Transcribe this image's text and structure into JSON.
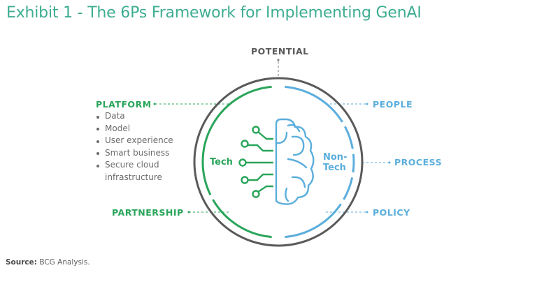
{
  "title": "Exhibit 1 - The 6Ps Framework for Implementing GenAI",
  "colors": {
    "title": "#3EAD92",
    "tech": "#29A55A",
    "non_tech": "#5BAEDC",
    "ring": "#5A5A5A",
    "text": "#6B6B6B"
  },
  "top_label": "POTENTIAL",
  "left": {
    "platform": {
      "label": "PLATFORM",
      "items": [
        "Data",
        "Model",
        "User experience",
        "Smart business",
        "Secure cloud",
        "infrastructure"
      ]
    },
    "partnership": "PARTNERSHIP"
  },
  "right": {
    "people": "PEOPLE",
    "process": "PROCESS",
    "policy": "POLICY"
  },
  "center": {
    "tech_label": "Tech",
    "non_tech_line1": "Non-",
    "non_tech_line2": "Tech",
    "icon": "brain-circuit-icon"
  },
  "source": {
    "prefix": "Source:",
    "text": " BCG Analysis."
  }
}
